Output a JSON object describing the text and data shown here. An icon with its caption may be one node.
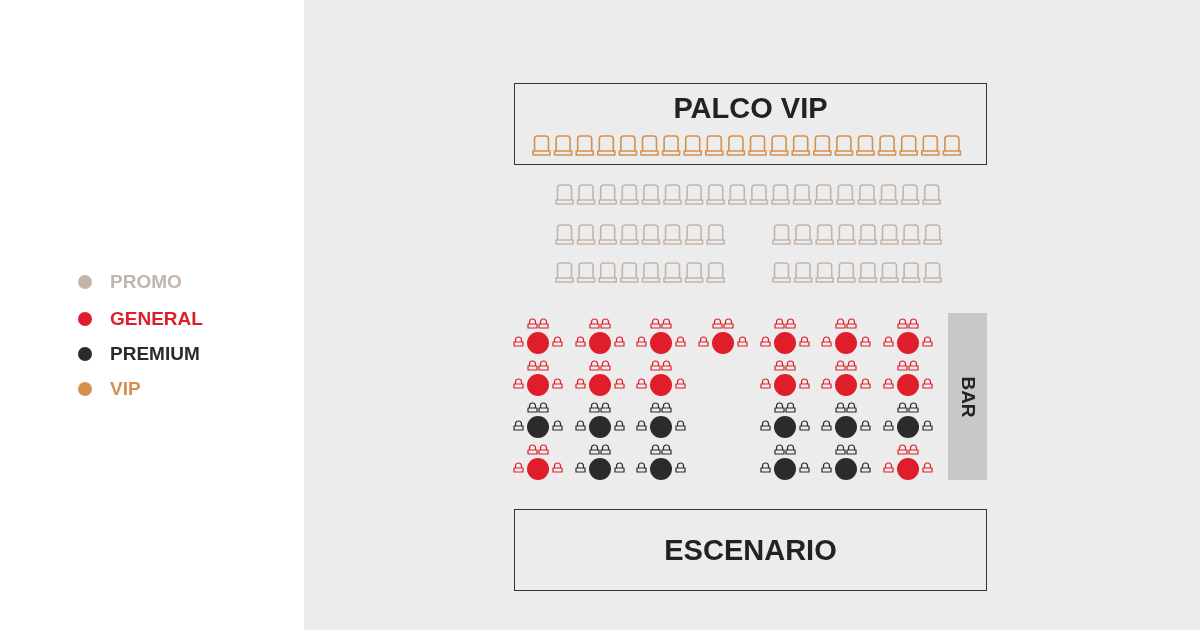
{
  "diagram": {
    "nodes": [
      {
        "text": [
          "PALCO VIP"
        ]
      },
      {
        "text": [
          "BAR"
        ]
      },
      {
        "text": [
          "ESCENARIO"
        ]
      }
    ],
    "legend": [
      {
        "text": "PROMO",
        "color": "#c4b5aa"
      },
      {
        "text": "GENERAL",
        "color": "#e01e2b"
      },
      {
        "text": "PREMIUM",
        "color": "#2b2b2b"
      },
      {
        "text": "VIP",
        "color": "#d4914f"
      }
    ]
  }
}
